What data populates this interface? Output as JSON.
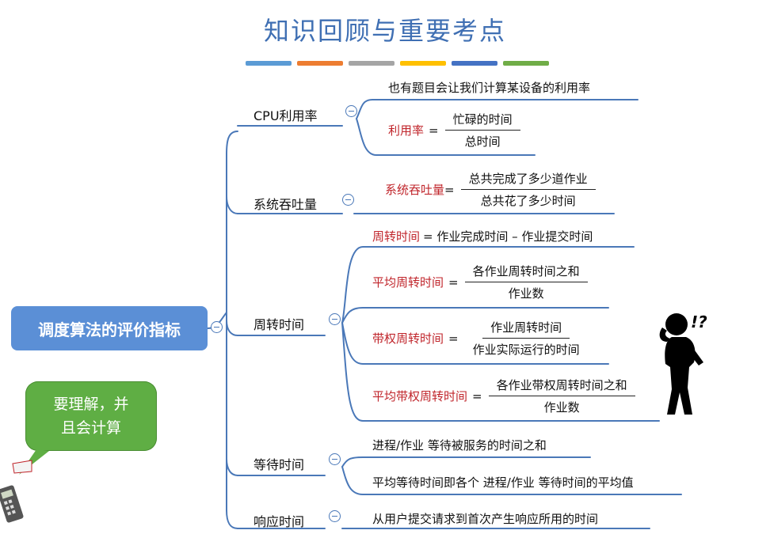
{
  "title": "知识回顾与重要考点",
  "colors": {
    "title": "#3f6fb3",
    "connector": "#4a78b8",
    "root_fill": "#5b8fd6",
    "bubble_fill": "#5fae44",
    "highlight": "#c0252b",
    "stripes": [
      "#5b9bd5",
      "#ed7d31",
      "#a5a5a5",
      "#ffc000",
      "#4472c4",
      "#70ad47"
    ]
  },
  "root": {
    "label": "调度算法的评价指标"
  },
  "bubble": {
    "line1": "要理解，并",
    "line2": "且会计算"
  },
  "exclaim": "!?",
  "branches": {
    "cpu": {
      "label": "CPU利用率",
      "leaf1": "也有题目会让我们计算某设备的利用率",
      "formula": {
        "name": "利用率",
        "op": "=",
        "num": "忙碌的时间",
        "den": "总时间"
      }
    },
    "throughput": {
      "label": "系统吞吐量",
      "formula": {
        "name": "系统吞吐量",
        "op": "=",
        "num": "总共完成了多少道作业",
        "den": "总共花了多少时间"
      }
    },
    "turnaround": {
      "label": "周转时间",
      "f1": {
        "name": "周转时间",
        "rest": "= 作业完成时间 – 作业提交时间"
      },
      "f2": {
        "name": "平均周转时间",
        "op": "=",
        "num": "各作业周转时间之和",
        "den": "作业数"
      },
      "f3": {
        "name": "带权周转时间",
        "op": "=",
        "num": "作业周转时间",
        "den": "作业实际运行的时间"
      },
      "f4": {
        "name": "平均带权周转时间",
        "op": "=",
        "num": "各作业带权周转时间之和",
        "den": "作业数"
      }
    },
    "waiting": {
      "label": "等待时间",
      "leaf1": "进程/作业 等待被服务的时间之和",
      "leaf2": "平均等待时间即各个 进程/作业 等待时间的平均值"
    },
    "response": {
      "label": "响应时间",
      "leaf1": "从用户提交请求到首次产生响应所用的时间"
    }
  }
}
